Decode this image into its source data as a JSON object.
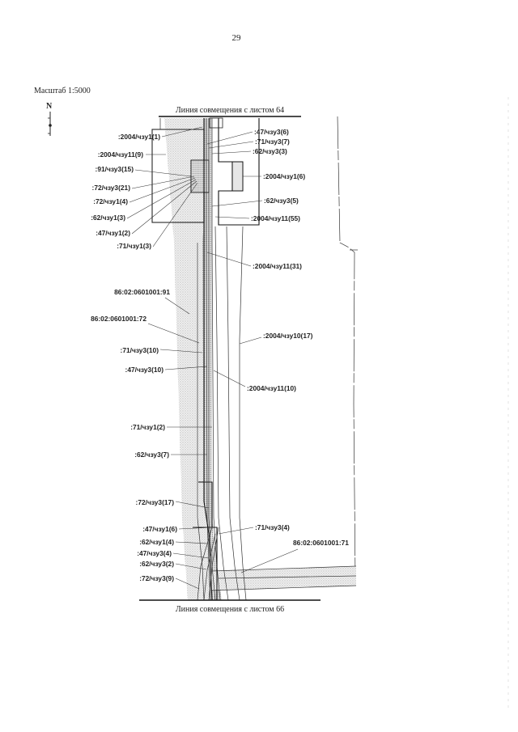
{
  "page_number": "29",
  "scale_text": "Масштаб 1:5000",
  "north_letter": "N",
  "top_boundary": "Линия совмещения с листом 64",
  "bottom_boundary": "Линия совмещения с листом 66",
  "labels": [
    ":2004/чзу1(1)",
    ":2004/чзу11(9)",
    ":91/чзу3(15)",
    ":72/чзу3(21)",
    ":72/чзу1(4)",
    ":62/чзу1(3)",
    ":47/чзу1(2)",
    ":71/чзу1(3)",
    ":47/чзу3(6)",
    ":71/чзу3(7)",
    ":62/чзу3(3)",
    ":2004/чзу1(6)",
    ":62/чзу3(5)",
    ":2004/чзу11(55)",
    ":2004/чзу11(31)",
    "86:02:0601001:91",
    "86:02:0601001:72",
    ":2004/чзу10(17)",
    ":71/чзу3(10)",
    ":47/чзу3(10)",
    ":2004/чзу11(10)",
    ":71/чзу1(2)",
    ":62/чзу3(7)",
    ":72/чзу3(17)",
    ":47/чзу1(6)",
    ":71/чзу3(4)",
    ":62/чзу1(4)",
    "86:02:0601001:71",
    ":47/чзу3(4)",
    ":62/чзу3(2)",
    ":72/чзу3(9)"
  ]
}
